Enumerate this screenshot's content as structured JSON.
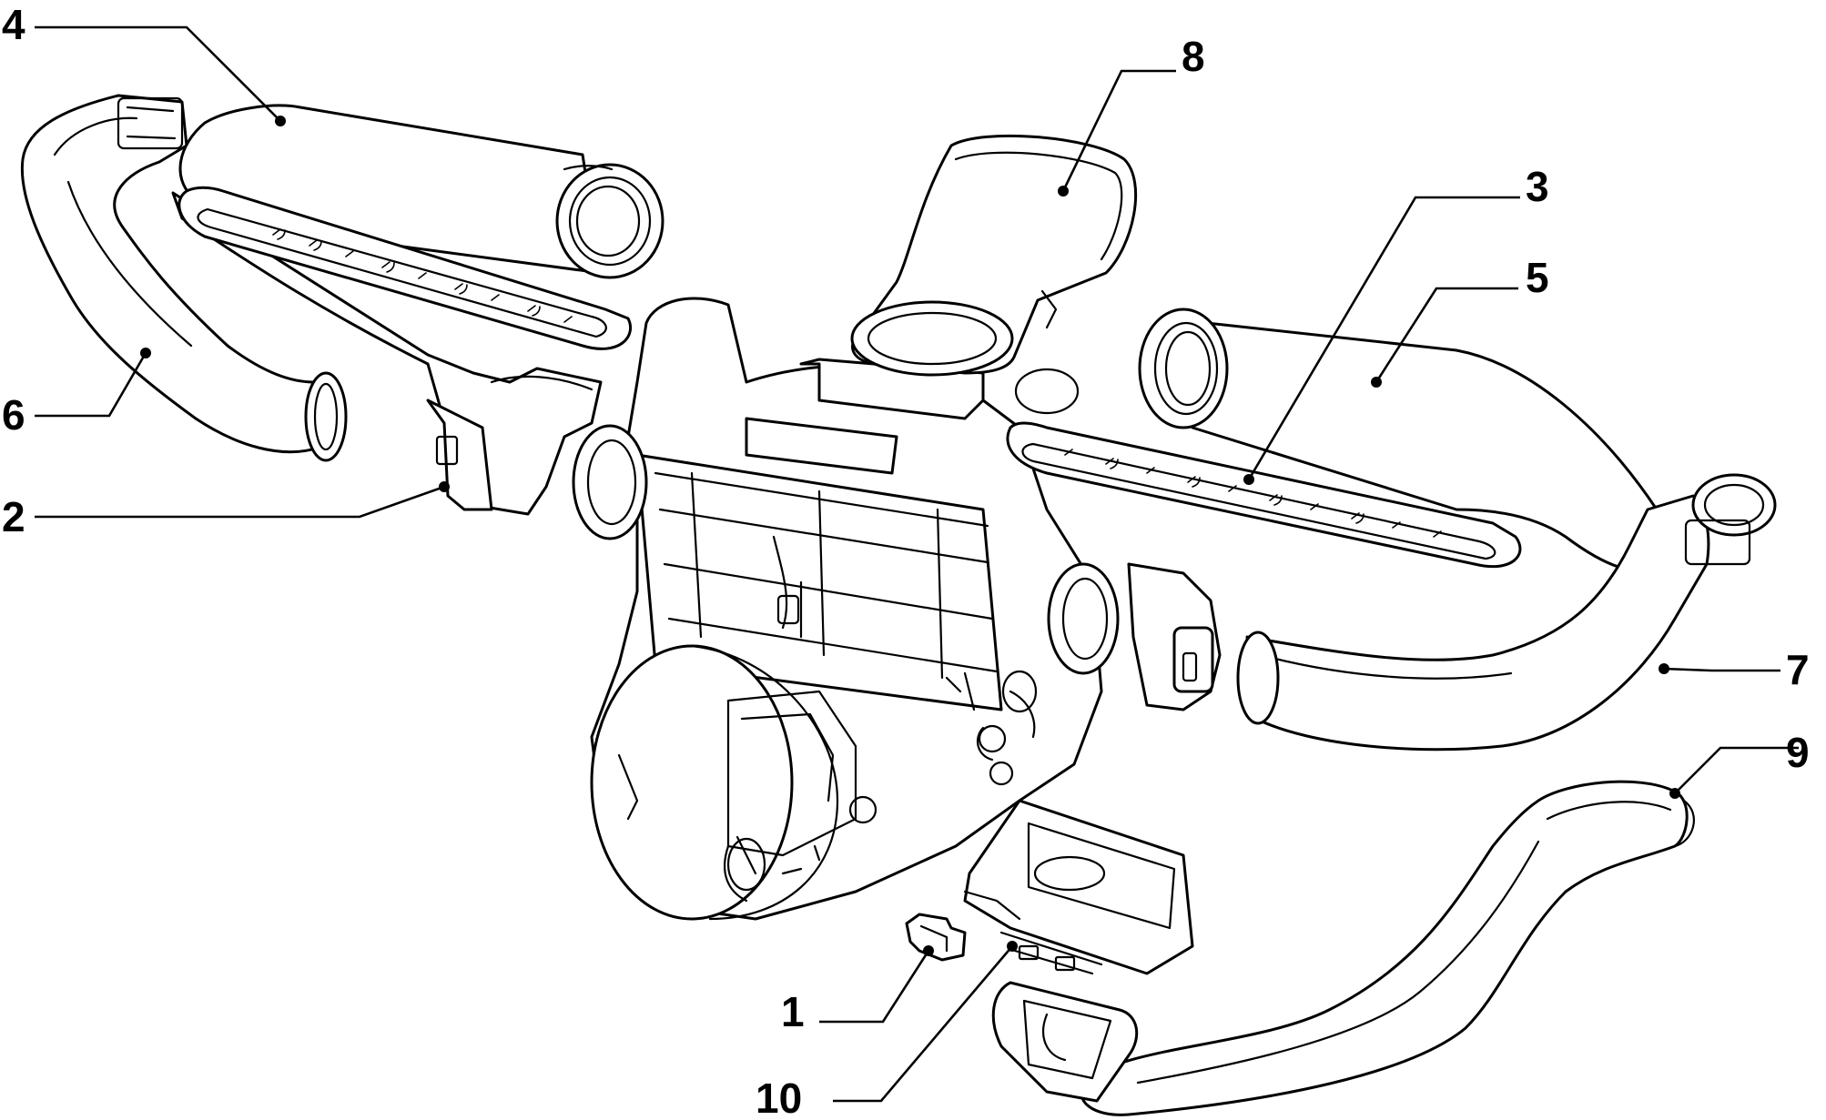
{
  "colors": {
    "line": "#000000",
    "background": "#ffffff"
  },
  "callouts": [
    {
      "id": "1",
      "label": "1"
    },
    {
      "id": "2",
      "label": "2"
    },
    {
      "id": "3",
      "label": "3"
    },
    {
      "id": "4",
      "label": "4"
    },
    {
      "id": "5",
      "label": "5"
    },
    {
      "id": "6",
      "label": "6"
    },
    {
      "id": "7",
      "label": "7"
    },
    {
      "id": "8",
      "label": "8"
    },
    {
      "id": "9",
      "label": "9"
    },
    {
      "id": "10",
      "label": "10"
    }
  ]
}
